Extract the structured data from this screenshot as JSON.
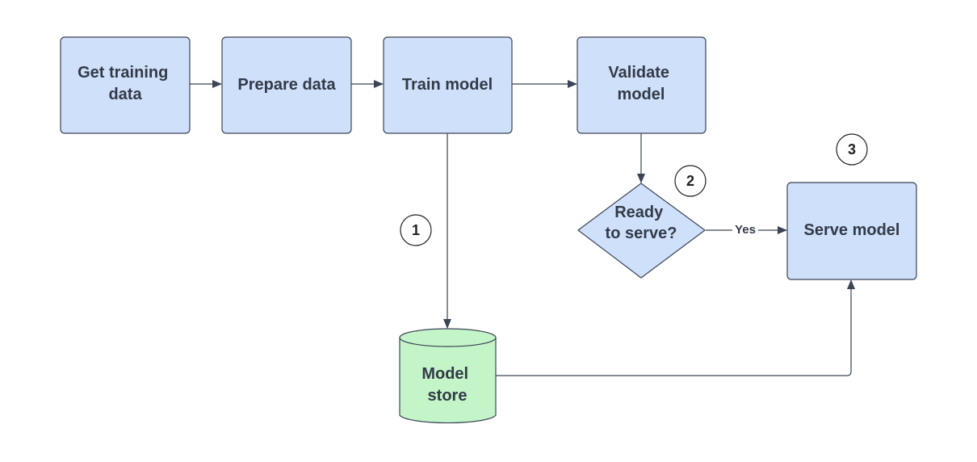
{
  "nodes": {
    "get_training_data": {
      "lines": [
        "Get training",
        "data"
      ]
    },
    "prepare_data": {
      "lines": [
        "Prepare data"
      ]
    },
    "train_model": {
      "lines": [
        "Train model"
      ]
    },
    "validate_model": {
      "lines": [
        "Validate",
        "model"
      ]
    },
    "ready_to_serve": {
      "lines": [
        "Ready",
        "to serve?"
      ]
    },
    "serve_model": {
      "lines": [
        "Serve model"
      ]
    },
    "model_store": {
      "lines": [
        "Model",
        "store"
      ]
    }
  },
  "edges": {
    "ready_to_serve_to_serve_model": {
      "label": "Yes"
    }
  },
  "markers": {
    "one": "1",
    "two": "2",
    "three": "3"
  },
  "colors": {
    "process_fill": "#cfe0fb",
    "store_fill": "#c3f5c9",
    "stroke": "#3c4455",
    "text": "#333a47"
  }
}
